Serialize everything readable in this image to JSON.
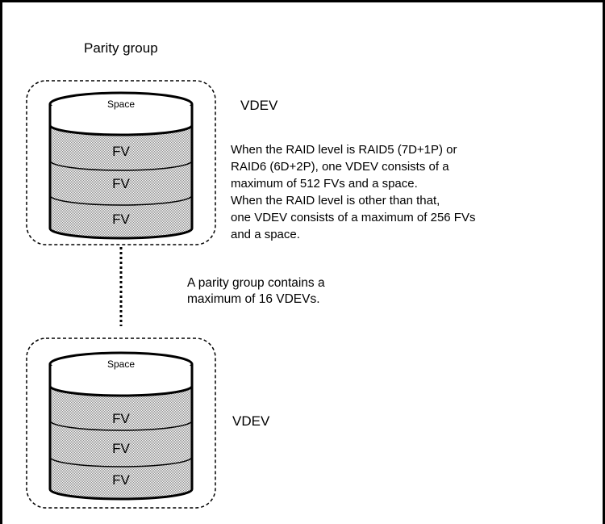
{
  "title": "Parity group",
  "vdev_top": {
    "label": "VDEV",
    "space_label": "Space",
    "fv_labels": [
      "FV",
      "FV",
      "FV"
    ]
  },
  "vdev_bottom": {
    "label": "VDEV",
    "space_label": "Space",
    "fv_labels": [
      "FV",
      "FV",
      "FV"
    ]
  },
  "description_lines": [
    "When the RAID level is RAID5 (7D+1P) or",
    "RAID6 (6D+2P), one VDEV consists of a",
    "maximum of 512 FVs and a space.",
    "When the RAID level is other than that,",
    "one VDEV consists of a maximum of 256 FVs",
    "and a space."
  ],
  "note_lines": [
    "A parity group contains a",
    "maximum of 16 VDEVs."
  ]
}
